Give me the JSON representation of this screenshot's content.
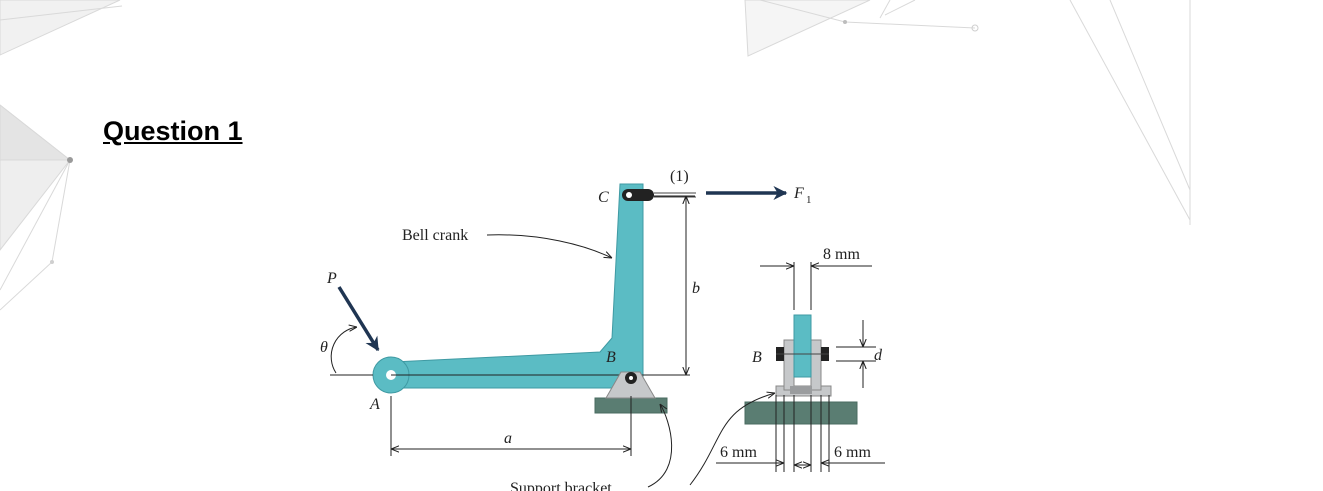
{
  "question": {
    "title": "Question 1"
  },
  "figure": {
    "labels": {
      "bell_crank": "Bell crank",
      "point_a": "A",
      "point_b": "B",
      "point_c": "C",
      "link": "(1)",
      "force_f": "F",
      "force_f_sub": "1",
      "load_p": "P",
      "angle": "θ",
      "dim_a": "a",
      "dim_b": "b",
      "dim_d": "d",
      "section_b": "B",
      "width_top": "8 mm",
      "width_left": "6 mm",
      "width_right": "6 mm",
      "support": "Support bracket"
    }
  }
}
